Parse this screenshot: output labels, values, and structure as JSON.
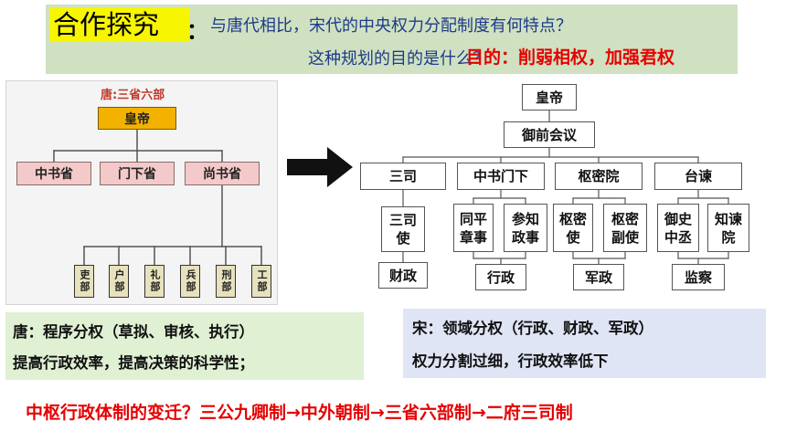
{
  "header": {
    "title": "合作探究",
    "colon": "：",
    "question_line1": "与唐代相比，宋代的中央权力分配制度有何特点？",
    "question_line2": "这种规划的目的是什么？",
    "answer": "目的：削弱相权，加强君权"
  },
  "tang_chart": {
    "title": "唐:三省六部",
    "emperor": "皇帝",
    "provinces": [
      "中书省",
      "门下省",
      "尚书省"
    ],
    "ministries": [
      "吏部",
      "户部",
      "礼部",
      "兵部",
      "刑部",
      "工部"
    ]
  },
  "song_chart": {
    "emperor": "皇帝",
    "council": "御前会议",
    "branches": [
      {
        "name": "三司",
        "officials": [
          "三司使"
        ],
        "function": "财政"
      },
      {
        "name": "中书门下",
        "officials": [
          "同平章事",
          "参知政事"
        ],
        "function": "行政"
      },
      {
        "name": "枢密院",
        "officials": [
          "枢密使",
          "枢密副使"
        ],
        "function": "军政"
      },
      {
        "name": "台谏",
        "officials": [
          "御史中丞",
          "知谏院"
        ],
        "function": "监察"
      }
    ]
  },
  "notes": {
    "tang_line1": "唐：程序分权（草拟、审核、执行）",
    "tang_line2": "提高行政效率，提高决策的科学性；",
    "song_line1": "宋：领域分权（行政、财政、军政）",
    "song_line2": "权力分割过细，行政效率低下"
  },
  "footer": "中枢行政体制的变迁？三公九卿制→中外朝制→三省六部制→二府三司制",
  "colors": {
    "highlight": "#f7f500",
    "banner": "#cfe1c1",
    "answer_red": "#e60000",
    "tang_note_bg": "#dff0d3",
    "song_note_bg": "#dfe5f5"
  }
}
